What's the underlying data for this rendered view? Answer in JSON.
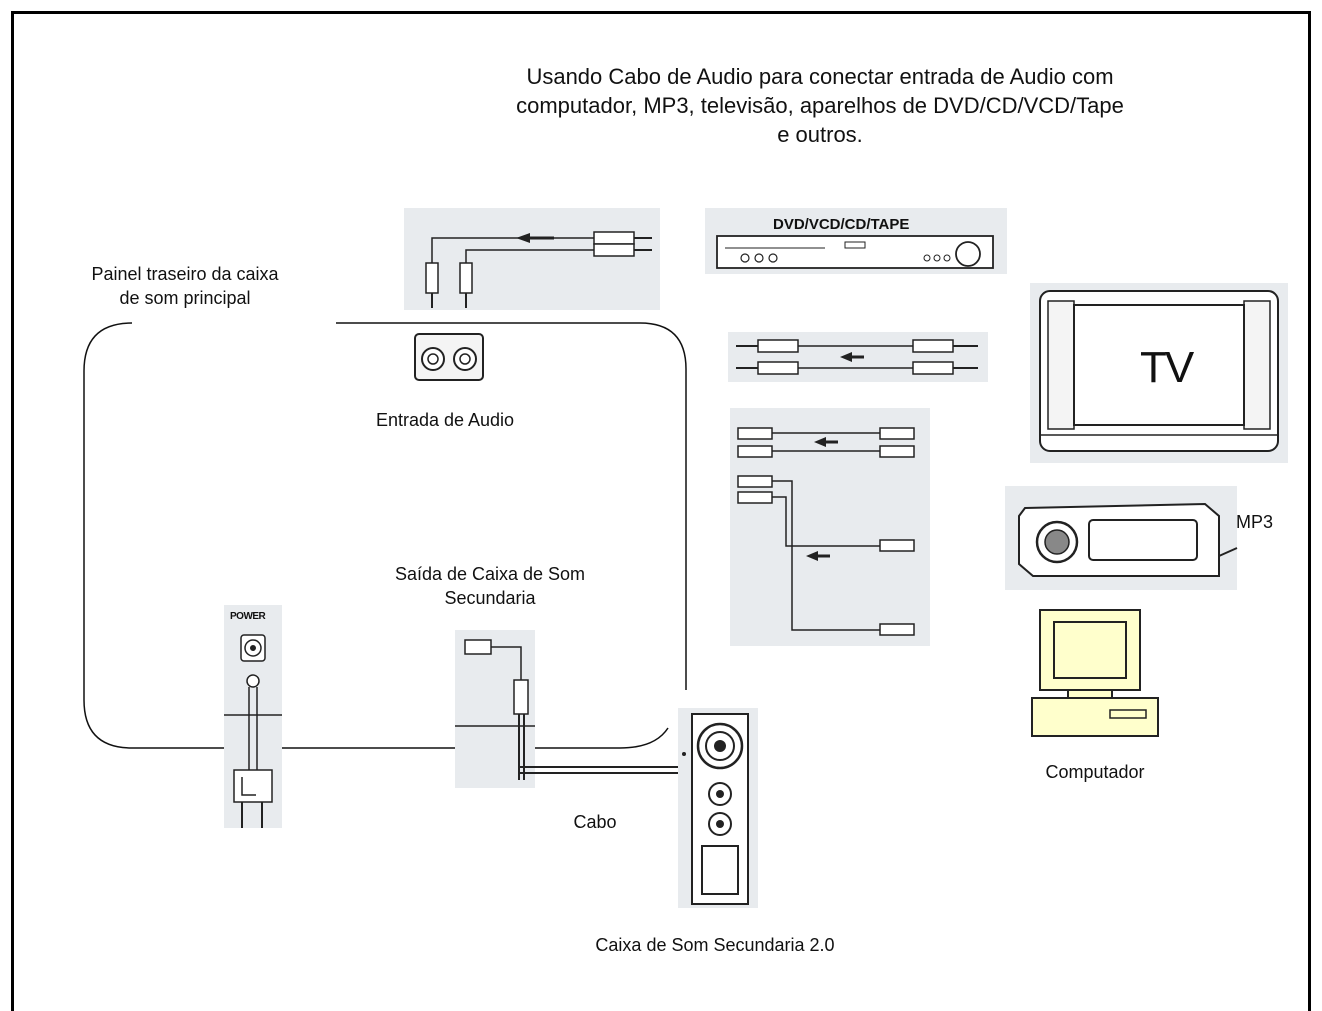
{
  "title": {
    "line1": "Usando Cabo de Audio para conectar entrada de Audio com",
    "line2": "computador, MP3, televisão, aparelhos de DVD/CD/VCD/Tape",
    "line3": "e outros."
  },
  "labels": {
    "rear_panel_line1": "Painel traseiro da caixa",
    "rear_panel_line2": "de som principal",
    "audio_input": "Entrada de Audio",
    "sub_out_line1": "Saída de Caixa de Som",
    "sub_out_line2": "Secundaria",
    "cable": "Cabo",
    "secondary_speaker": "Caixa de Som Secundaria 2.0",
    "computer": "Computador",
    "mp3": "MP3",
    "tv": "TV",
    "dvd": "DVD/VCD/CD/TAPE",
    "power": "POWER"
  },
  "colors": {
    "panel_bg": "#e8ebee",
    "computer_fill": "#ffffcc",
    "line": "#111111"
  },
  "icons": [
    "rca-cable-icon",
    "dvd-player-icon",
    "tv-icon",
    "mp3-player-icon",
    "computer-icon",
    "speaker-icon",
    "power-plug-icon",
    "audio-jack-icon"
  ]
}
